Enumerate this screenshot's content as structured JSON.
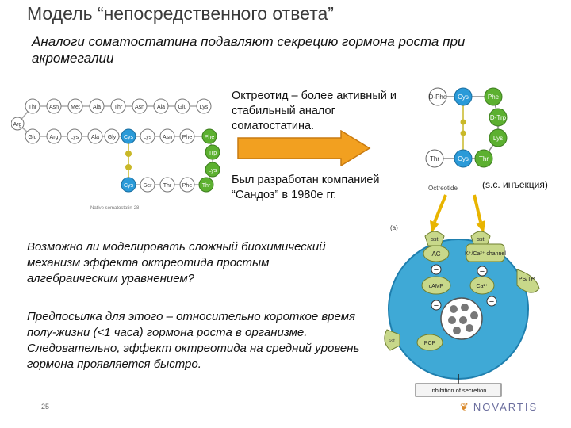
{
  "slide": {
    "title": "Модель “непосредственного ответа”",
    "subtitle": "Аналоги соматостатина подавляют секрецию гормона роста при акромегалии",
    "octreotide_desc": "Октреотид – более активный и стабильный аналог соматостатина.",
    "developer_note": "Был разработан компанией “Сандоз” в 1980е гг.",
    "injection_note": "(s.c. инъекция)",
    "question": "Возможно ли моделировать  сложный биохимический механизм эффекта октреотида простым алгебраическим уравнением?",
    "premise": "Предпосылка для этого – относительно короткое время полу-жизни (<1 часа) гормона роста в организме. Следовательно, эффект октреотида на средний уровень гормона проявляется быстро.",
    "page_number": "25",
    "logo": "NOVARTIS"
  },
  "somatostatin_diagram": {
    "caption": "Native somatostatin-28",
    "top_row": [
      "Thr",
      "Asn",
      "Met",
      "Ala",
      "Thr",
      "Asn",
      "Ala",
      "Glu",
      "Lys"
    ],
    "arg_residue": "Arg",
    "middle_row": [
      "Glu",
      "Arg",
      "Lys",
      "Ala",
      "Gly",
      "Cys",
      "Lys",
      "Asn",
      "Phe",
      "Phe"
    ],
    "right_column": [
      "Trp",
      "Lys"
    ],
    "bottom_row": [
      "Cys",
      "Ser",
      "Thr",
      "Phe",
      "Thr"
    ],
    "colors": {
      "residue": "#ffffff",
      "cys": "#2a9ad8",
      "green": "#5cb030",
      "bond": "#c9b828"
    }
  },
  "octreotide_diagram": {
    "caption": "Octreotide",
    "residues": [
      "D-Phe",
      "Cys",
      "Phe",
      "D-Trp",
      "Lys",
      "Thr",
      "Cys",
      "Thr"
    ]
  },
  "mechanism_diagram": {
    "panel_label": "(a)",
    "receptor_labels": [
      "sst",
      "sst"
    ],
    "ac_label": "AC",
    "channel_label": "K⁺/Ca²⁺ channel",
    "camp_label": "cAMP",
    "ca_label": "Ca²⁺",
    "ps_label": "PS/TP",
    "pcp_label": "PCP",
    "left_receptor_label": "sst",
    "minus_sign": "−",
    "output_label": "Inhibition of secretion",
    "colors": {
      "cell": "#3fa9d6",
      "receptor": "#c8d88a",
      "arrow": "#e8b400"
    }
  }
}
